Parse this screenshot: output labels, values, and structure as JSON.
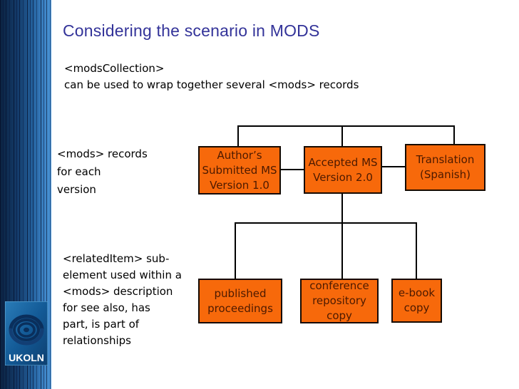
{
  "slide": {
    "title": "Considering the scenario in MODS",
    "intro": "<modsCollection>\ncan be used to wrap together several <mods> records",
    "label_mods_records": "<mods> records\nfor each\nversion",
    "label_related_item": "<relatedItem> sub-\nelement used within a\n<mods> description\nfor see also, has\npart, is part of\nrelationships"
  },
  "sidebar": {
    "logo_text": "UKOLN"
  },
  "diagram": {
    "top_row": [
      {
        "label": "Author’s\nSubmitted MS\nVersion 1.0"
      },
      {
        "label": "Accepted MS\nVersion 2.0"
      },
      {
        "label": "Translation\n(Spanish)"
      }
    ],
    "bottom_row": [
      {
        "label": "published\nproceedings"
      },
      {
        "label": "conference\nrepository\ncopy"
      },
      {
        "label": "e-book\ncopy"
      }
    ]
  },
  "colors": {
    "title_text": "#333399",
    "body_text": "#000000",
    "box_fill": "#F7690B",
    "box_border": "#160A00",
    "box_text": "#4D1A00",
    "connector": "#000000"
  }
}
